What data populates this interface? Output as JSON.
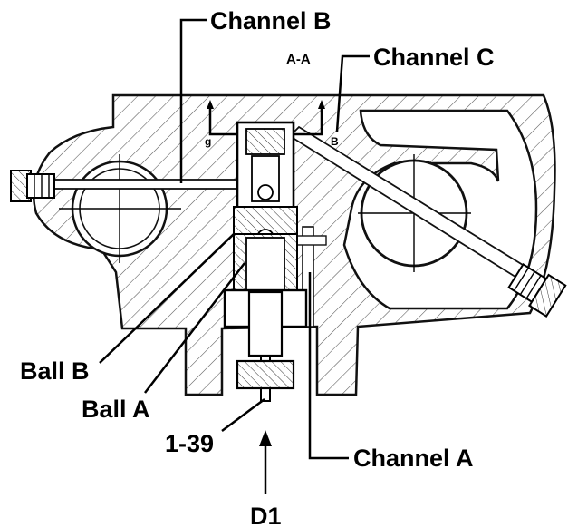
{
  "labels": {
    "channel_b": "Channel B",
    "channel_c": "Channel C",
    "section": "A-A",
    "ball_b": "Ball B",
    "ball_a": "Ball A",
    "part_number": "1-39",
    "channel_a": "Channel A",
    "direction": "D1",
    "section_mark_left": "g",
    "section_mark_right": "B"
  }
}
